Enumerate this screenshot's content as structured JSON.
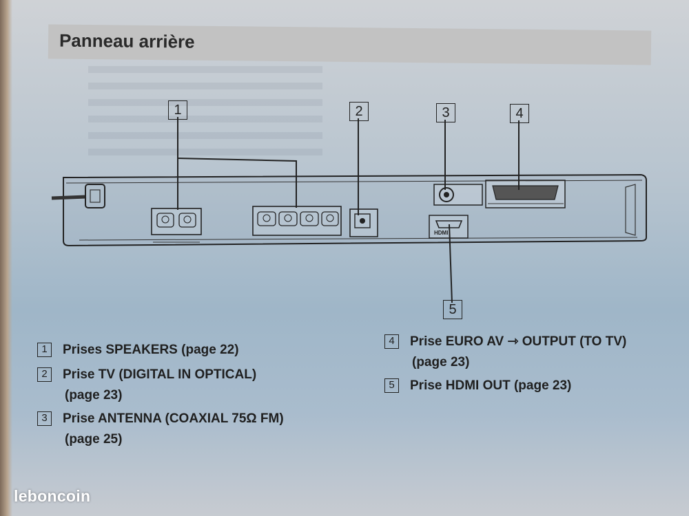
{
  "section_title": "Panneau arrière",
  "callouts": [
    "1",
    "2",
    "3",
    "4",
    "5"
  ],
  "legend": {
    "left": [
      {
        "num": "1",
        "line1": "Prises SPEAKERS (page 22)",
        "line2": ""
      },
      {
        "num": "2",
        "line1": "Prise TV (DIGITAL IN OPTICAL)",
        "line2": "(page 23)"
      },
      {
        "num": "3",
        "line1": "Prise ANTENNA (COAXIAL 75Ω FM)",
        "line2": "(page 25)"
      }
    ],
    "right": [
      {
        "num": "4",
        "line1": "Prise EURO AV ⇾ OUTPUT (TO TV)",
        "line2": "(page 23)"
      },
      {
        "num": "5",
        "line1": "Prise HDMI OUT (page 23)",
        "line2": ""
      }
    ]
  },
  "panel_labels": {
    "hdmi": "HDMI"
  },
  "watermark": "leboncoin"
}
